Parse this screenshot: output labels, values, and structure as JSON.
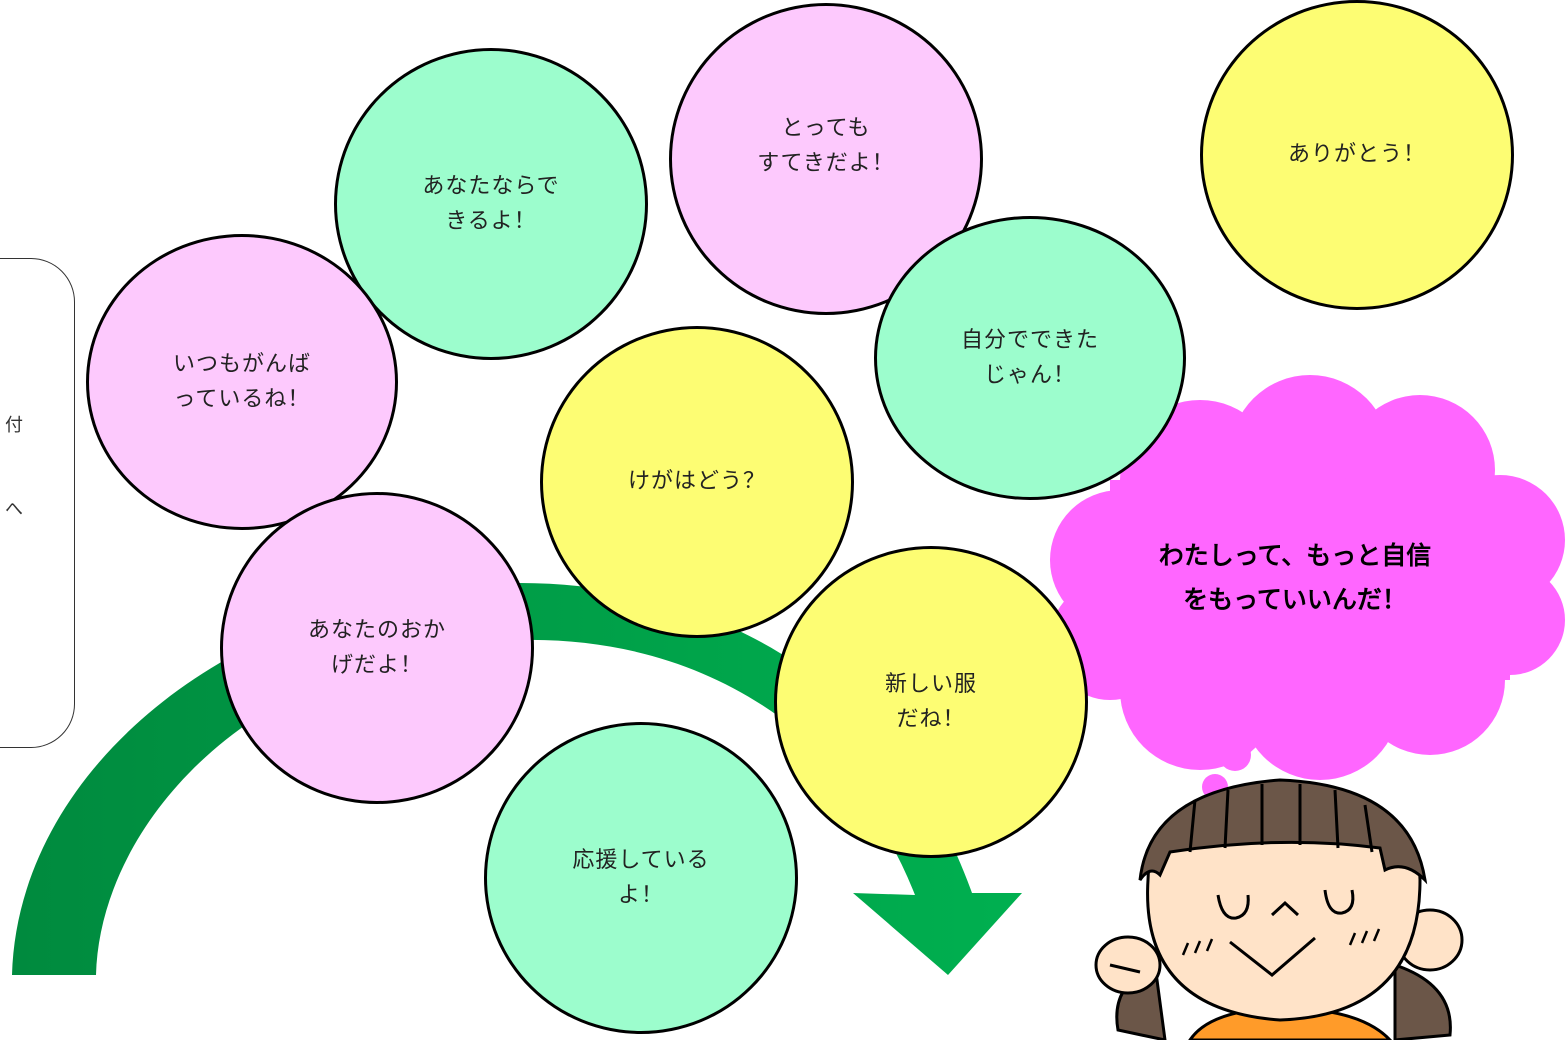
{
  "bubbles": {
    "anata_nara": "あなたならで\nきるよ！",
    "tottemo": "とっても\nすてきだよ！",
    "arigatou": "ありがとう！",
    "itsumo": "いつもがんば\nっているね！",
    "jibun": "自分でできた\nじゃん！",
    "kega": "けがはどう？",
    "okage": "あなたのおか\nげだよ！",
    "atarashii": "新しい服\nだね！",
    "ouen": "応援している\nよ！"
  },
  "side_box": {
    "char_1": "付",
    "char_2": "へ"
  },
  "thought": {
    "text": "わたしって、もっと自信\nをもっていいんだ！"
  },
  "colors": {
    "pink": "#fdc9fd",
    "green": "#9cfdcd",
    "yellow": "#fdfd73",
    "cloud": "#ff66ff",
    "arrow_dark": "#008a3e",
    "arrow_light": "#00b050",
    "skin": "#ffe3c8",
    "hair": "#6b5648",
    "shirt": "#ff9b29"
  },
  "icons": {
    "arrow": "curved-arrow-icon",
    "girl": "smiling-girl-illustration",
    "cloud": "thought-cloud-icon"
  }
}
